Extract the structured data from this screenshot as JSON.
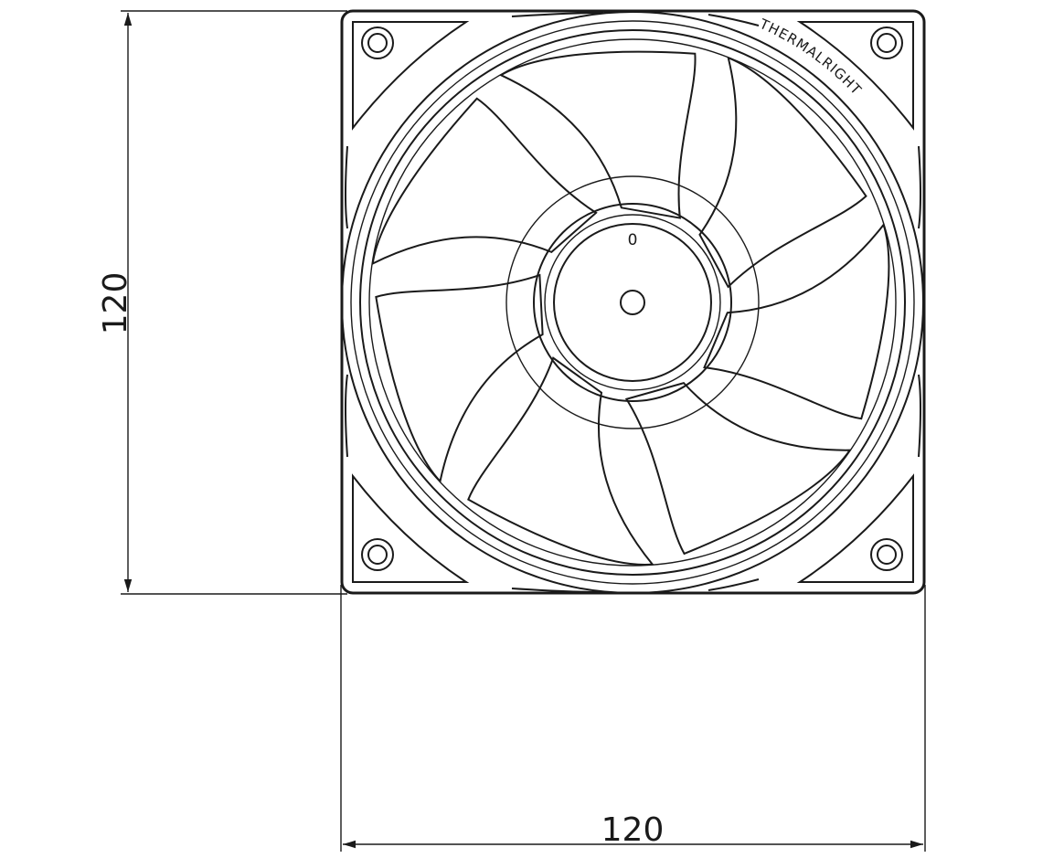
{
  "dimensions": {
    "width_label": "120",
    "height_label": "120"
  },
  "fan": {
    "brand": "THERMALRIGHT",
    "hub_mark": "0",
    "blade_count": 7,
    "mounting_holes": 4
  },
  "colors": {
    "line": "#1a1a1a",
    "background": "#ffffff"
  }
}
